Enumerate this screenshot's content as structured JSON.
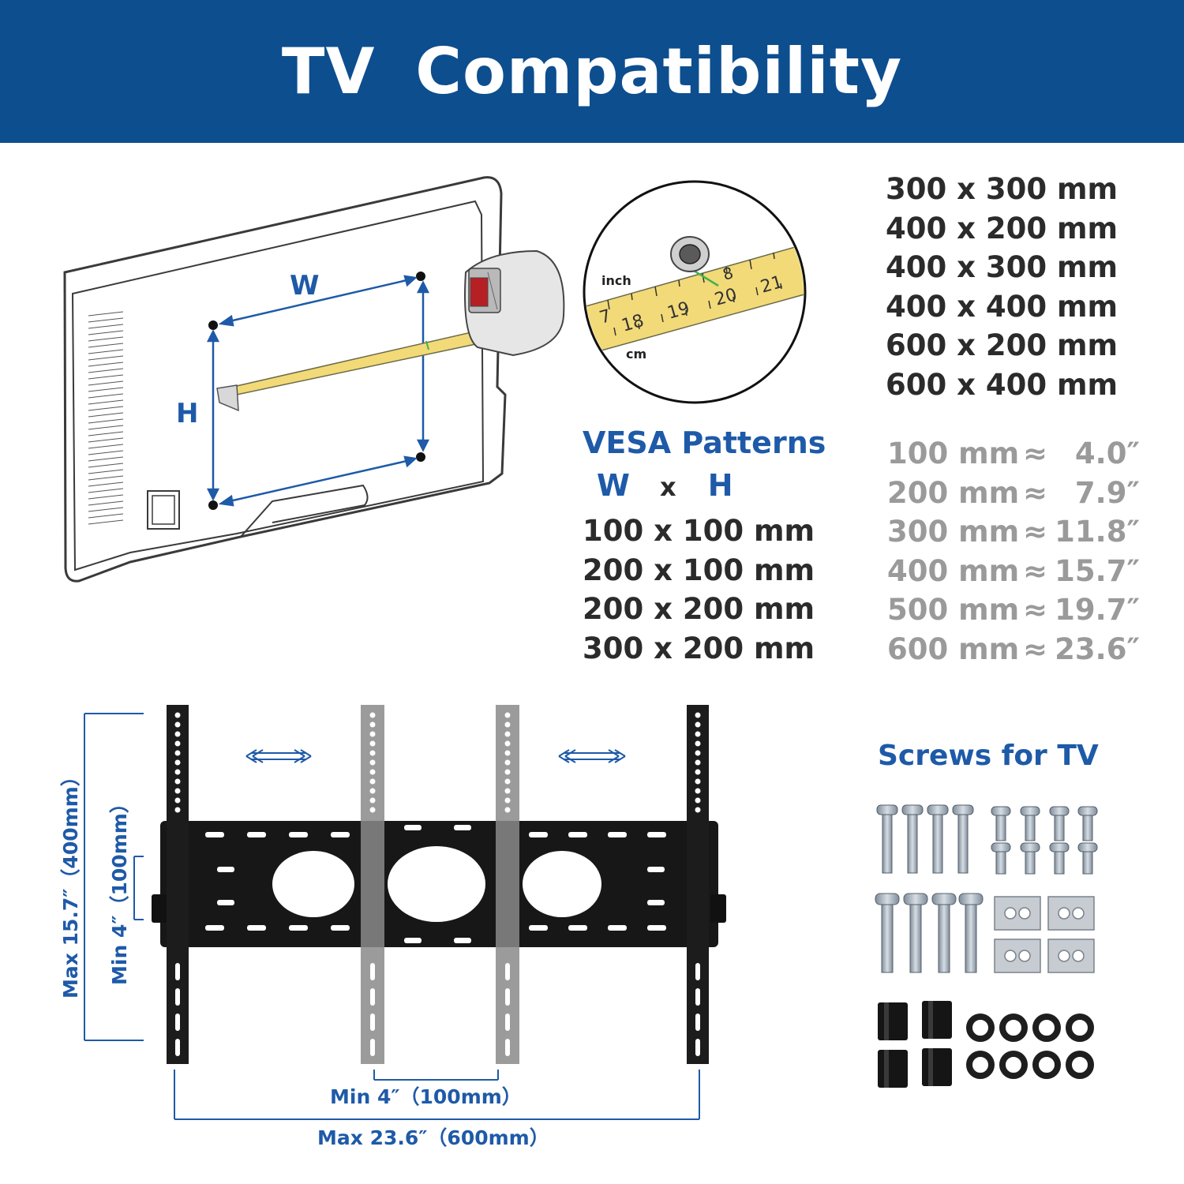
{
  "title": "TV  Compatibility",
  "tv_diagram": {
    "width_label": "W",
    "height_label": "H"
  },
  "tape_zoom": {
    "inch_label": "inch",
    "cm_label": "cm",
    "ticks": [
      "18",
      "19",
      "20",
      "21",
      "7",
      "8"
    ]
  },
  "vesa": {
    "heading": "VESA Patterns",
    "w_label": "W",
    "x_label": "x",
    "h_label": "H",
    "patterns_left": [
      "100 x 100 mm",
      "200 x 100 mm",
      "200 x 200 mm",
      "300 x 200 mm"
    ],
    "patterns_right": [
      "300 x 300 mm",
      "400 x 200 mm",
      "400 x 300 mm",
      "400 x 400 mm",
      "600 x 200 mm",
      "600 x 400 mm"
    ]
  },
  "conversions": [
    {
      "mm": "100 mm",
      "approx": "≈",
      "inch": "4.0″"
    },
    {
      "mm": "200 mm",
      "approx": "≈",
      "inch": "7.9″"
    },
    {
      "mm": "300 mm",
      "approx": "≈",
      "inch": "11.8″"
    },
    {
      "mm": "400 mm",
      "approx": "≈",
      "inch": "15.7″"
    },
    {
      "mm": "500 mm",
      "approx": "≈",
      "inch": "19.7″"
    },
    {
      "mm": "600 mm",
      "approx": "≈",
      "inch": "23.6″"
    }
  ],
  "dimensions": {
    "max_height": "Max  15.7″（400mm）",
    "min_height": "Min  4″（100mm）",
    "min_width": "Min  4″（100mm）",
    "max_width": "Max  23.6″（600mm）"
  },
  "screws_heading": "Screws for TV",
  "colors": {
    "banner": "#0d4e8f",
    "accent_blue": "#1e5aa8",
    "dark_text": "#2b2b2b",
    "grey_text": "#9a9a9a",
    "tape_yellow": "#f2da78"
  }
}
